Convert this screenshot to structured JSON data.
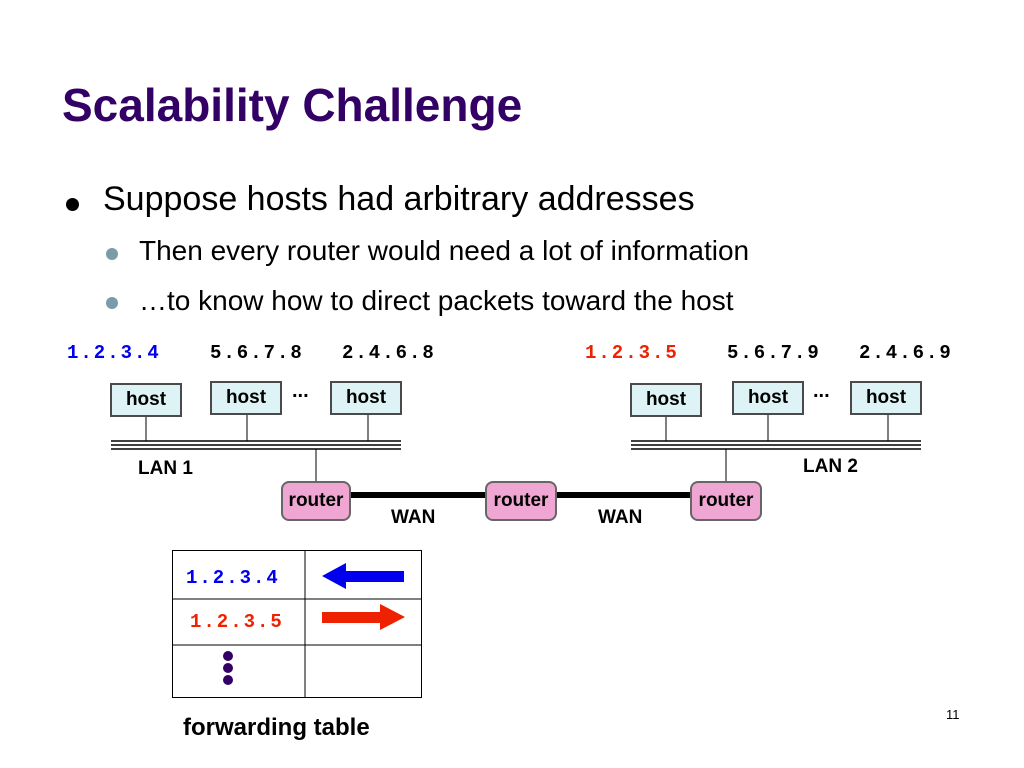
{
  "slide": {
    "title": "Scalability Challenge",
    "bullet1": "Suppose hosts had arbitrary addresses",
    "sub_bullets": [
      "Then every router would need a lot of information",
      "…to know how to direct packets toward the host"
    ],
    "page_number": "11"
  },
  "diagram": {
    "left_addresses": [
      "1.2.3.4",
      "5.6.7.8",
      "2.4.6.8"
    ],
    "right_addresses": [
      "1.2.3.5",
      "5.6.7.9",
      "2.4.6.9"
    ],
    "host_label": "host",
    "router_label": "router",
    "ellipsis": "...",
    "lan1": "LAN 1",
    "lan2": "LAN 2",
    "wan": "WAN",
    "colors": {
      "highlight_left": "#0000ee",
      "highlight_right": "#ee2200",
      "title": "#330066"
    }
  },
  "forwarding_table": {
    "rows": [
      "1.2.3.4",
      "1.2.3.5"
    ],
    "arrows": [
      "left-arrow",
      "right-arrow"
    ],
    "caption": "forwarding table"
  }
}
